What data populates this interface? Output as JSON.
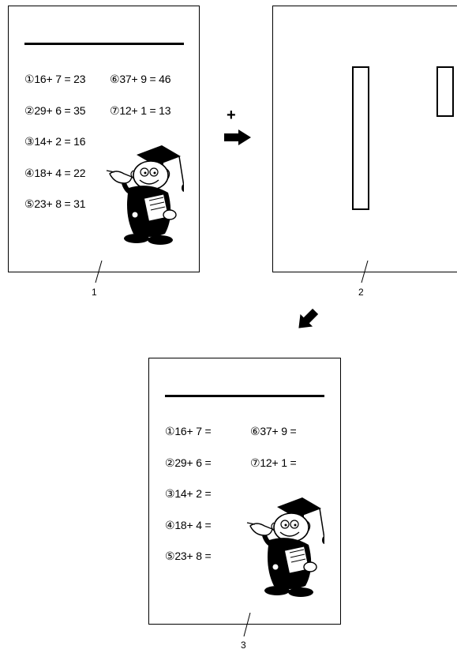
{
  "page1": {
    "left_column": [
      {
        "id": "p1-eq1",
        "text": "①16+ 7 = 23"
      },
      {
        "id": "p1-eq2",
        "text": "②29+ 6 = 35"
      },
      {
        "id": "p1-eq3",
        "text": "③14+ 2 = 16"
      },
      {
        "id": "p1-eq4",
        "text": "④18+ 4 = 22"
      },
      {
        "id": "p1-eq5",
        "text": "⑤23+ 8 = 31"
      }
    ],
    "right_column": [
      {
        "id": "p1-eq6",
        "text": "⑥37+ 9 = 46"
      },
      {
        "id": "p1-eq7",
        "text": "⑦12+ 1 = 13"
      }
    ],
    "callout": "1"
  },
  "page2": {
    "callout": "2"
  },
  "page3": {
    "left_column": [
      {
        "id": "p3-eq1",
        "text": "①16+ 7 ="
      },
      {
        "id": "p3-eq2",
        "text": "②29+ 6 ="
      },
      {
        "id": "p3-eq3",
        "text": "③14+ 2 ="
      },
      {
        "id": "p3-eq4",
        "text": "④18+ 4 ="
      },
      {
        "id": "p3-eq5",
        "text": "⑤23+ 8 ="
      }
    ],
    "right_column": [
      {
        "id": "p3-eq6",
        "text": "⑥37+ 9 ="
      },
      {
        "id": "p3-eq7",
        "text": "⑦12+ 1 ="
      }
    ],
    "callout": "3"
  },
  "operators": {
    "plus_symbol": "+",
    "right_arrow_icon": "arrow-right-icon",
    "down_left_arrow_icon": "arrow-down-left-icon"
  }
}
